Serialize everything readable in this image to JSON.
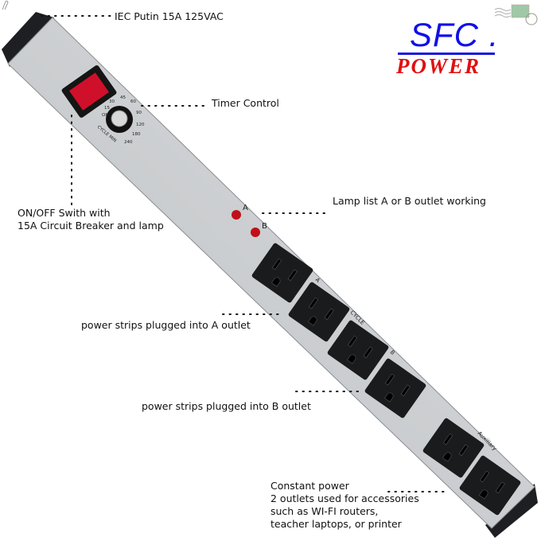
{
  "logo": {
    "line1": "SFC .",
    "line2": "POWER",
    "brand_colors": {
      "sfc": "#1010e8",
      "power": "#e01010"
    }
  },
  "callouts": {
    "iec": "IEC Putin 15A 125VAC",
    "timer": "Timer Control",
    "switch": [
      "ON/OFF Swith with",
      "15A Circuit Breaker and lamp"
    ],
    "lamp": "Lamp list  A or B outlet working",
    "outlet_a": "power strips plugged into A outlet",
    "outlet_b": "power strips plugged into B outlet",
    "constant": [
      "Constant power",
      "2 outlets used for accessories",
      " such as WI-FI routers,",
      "teacher laptops, or printer"
    ]
  },
  "strip": {
    "dial_labels": [
      "ON",
      "15",
      "30",
      "45",
      "60",
      "90",
      "120",
      "180",
      "240"
    ],
    "dial_caption": "CYCLE MIN",
    "lamp_labels": [
      "A",
      "B"
    ],
    "group_labels": [
      "A",
      "CYCLE",
      "B",
      "Auxiliary"
    ],
    "colors": {
      "body": "#b9bcc0",
      "switch": "#d0102a",
      "lamp": "#c0101a"
    }
  },
  "icons": [
    "stamp-icon",
    "paperclip-icon"
  ]
}
